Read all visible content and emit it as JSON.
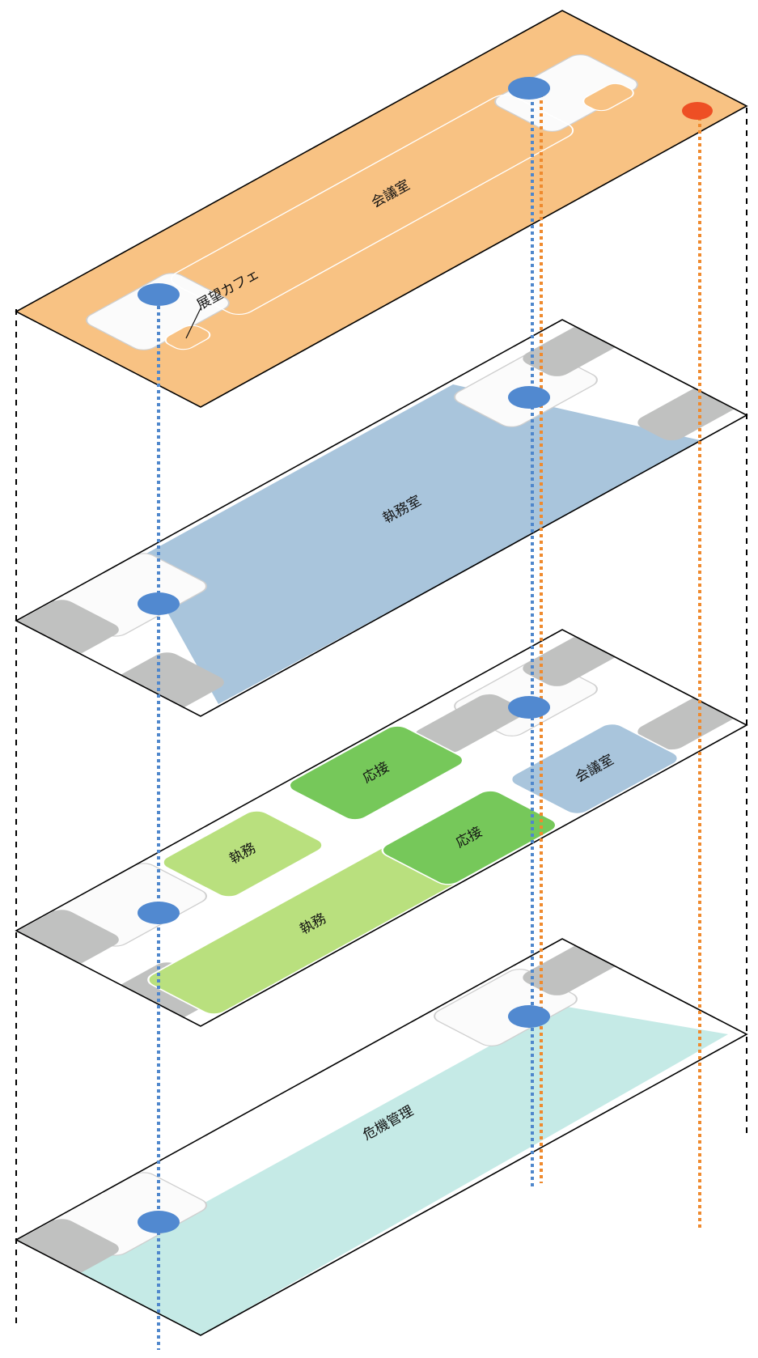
{
  "colors": {
    "floor4": "#f8c283",
    "floor3": "#a9c5dc",
    "floor2_executive": "#b9e07e",
    "floor2_reception": "#76c85a",
    "floor2_meeting": "#a9c5dc",
    "floor1": "#c5eae6",
    "core": "#fbfbfb",
    "service": "#c0c1c0",
    "blue_marker": "#5189d0",
    "red_marker": "#ee4f24",
    "blue_line": "#4f87cc",
    "orange_line": "#ef8a2e"
  },
  "floors": {
    "top": {
      "meeting_room": "会議室",
      "view_cafe": "展望カフェ"
    },
    "upper_middle": {
      "executive_office": "執務室"
    },
    "lower_middle": {
      "reception_a": "応接",
      "reception_b": "応接",
      "executive_a": "執務",
      "executive_b": "執務",
      "meeting_room": "会議室"
    },
    "bottom": {
      "crisis_management": "危機管理"
    }
  }
}
